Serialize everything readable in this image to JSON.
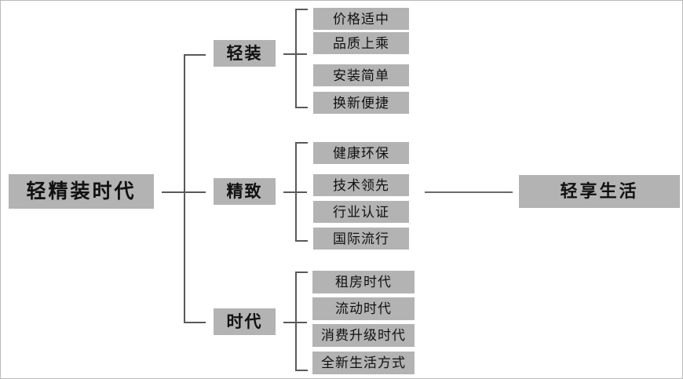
{
  "diagram": {
    "title": "轻精装时代",
    "root": {
      "label": "轻精装时代"
    },
    "goal": {
      "label": "轻享生活"
    },
    "branches": [
      {
        "label": "轻装",
        "leaves": [
          {
            "label": "价格适中"
          },
          {
            "label": "品质上乘"
          },
          {
            "label": "安装简单"
          },
          {
            "label": "换新便捷"
          }
        ]
      },
      {
        "label": "精致",
        "leaves": [
          {
            "label": "健康环保"
          },
          {
            "label": "技术领先"
          },
          {
            "label": "行业认证"
          },
          {
            "label": "国际流行"
          }
        ]
      },
      {
        "label": "时代",
        "leaves": [
          {
            "label": "租房时代"
          },
          {
            "label": "流动时代"
          },
          {
            "label": "消费升级时代"
          },
          {
            "label": "全新生活方式"
          }
        ]
      }
    ],
    "colors": {
      "box_fill": "#b3b3b3",
      "text": "#111111",
      "connector": "#595959",
      "background": "#ffffff",
      "border": "#b9b9b9"
    }
  }
}
